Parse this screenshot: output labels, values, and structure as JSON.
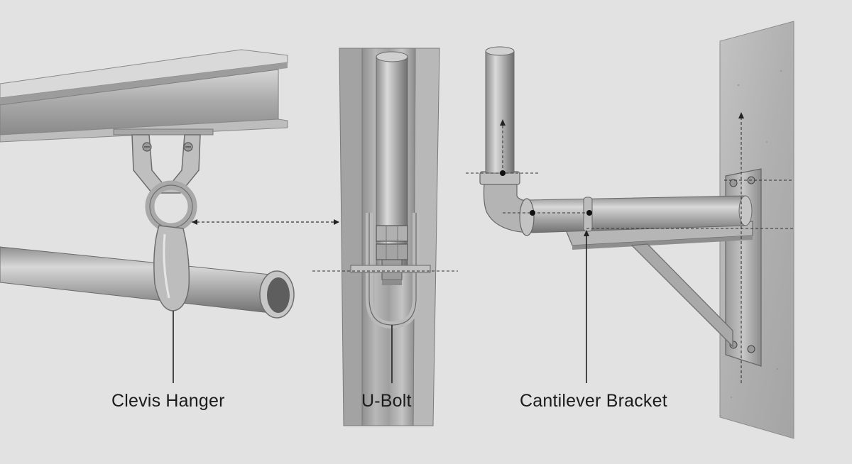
{
  "labels": {
    "clevis_hanger": "Clevis Hanger",
    "u_bolt": "U-Bolt",
    "cantilever_bracket": "Cantilever Bracket"
  },
  "colors": {
    "background": "#e2e2e2",
    "steel_light": "#c9c9c9",
    "steel_mid": "#9e9e9e",
    "steel_dark": "#6f6f6f",
    "concrete": "#b7b7b7",
    "leader_line": "#222222"
  }
}
